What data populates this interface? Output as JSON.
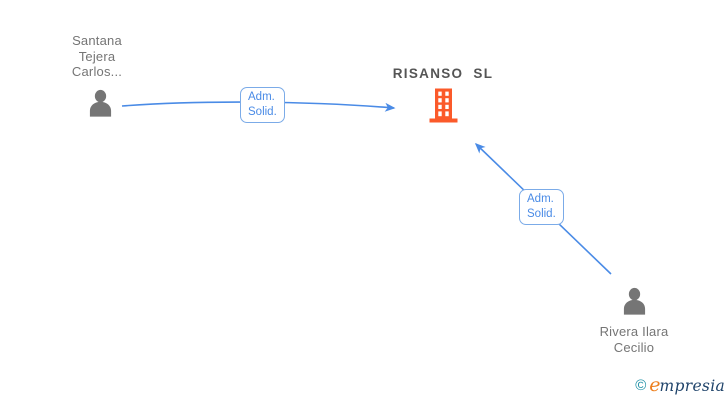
{
  "colors": {
    "edge_blue": "#4a8be6",
    "edge_label_border": "#7babe8",
    "person_gray": "#757575",
    "label_gray": "#757575",
    "company_gray": "#555555",
    "building_orange": "#fb5a2a",
    "window_white": "#ffffff",
    "wm_teal": "#1d8fa5",
    "wm_orange": "#ee7f1d",
    "wm_navy": "#20446b"
  },
  "nodes": {
    "person_top_left": {
      "type": "person",
      "label_lines": [
        "Santana",
        "Tejera",
        "Carlos..."
      ]
    },
    "company": {
      "type": "company",
      "label": "RISANSO SL"
    },
    "person_bottom_right": {
      "type": "person",
      "label_lines": [
        "Rivera Ilara",
        "Cecilio"
      ]
    }
  },
  "edges": [
    {
      "from": "person_top_left",
      "to": "company",
      "label_lines": [
        "Adm.",
        "Solid."
      ]
    },
    {
      "from": "person_bottom_right",
      "to": "company",
      "label_lines": [
        "Adm.",
        "Solid."
      ]
    }
  ],
  "watermark": {
    "copyright_symbol": "©",
    "brand_initial": "e",
    "brand_rest": "mpresia"
  }
}
